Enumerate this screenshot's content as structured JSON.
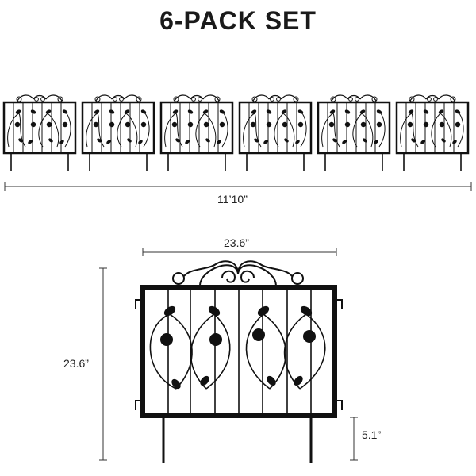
{
  "header": {
    "title": "6-PACK SET"
  },
  "panel_count": 6,
  "dimensions": {
    "total_length": "11’10”",
    "panel_width": "23.6”",
    "panel_height": "23.6”",
    "stake_length": "5.1”"
  },
  "colors": {
    "fence": "#111111",
    "dimension_line": "#333333",
    "background": "#ffffff"
  }
}
